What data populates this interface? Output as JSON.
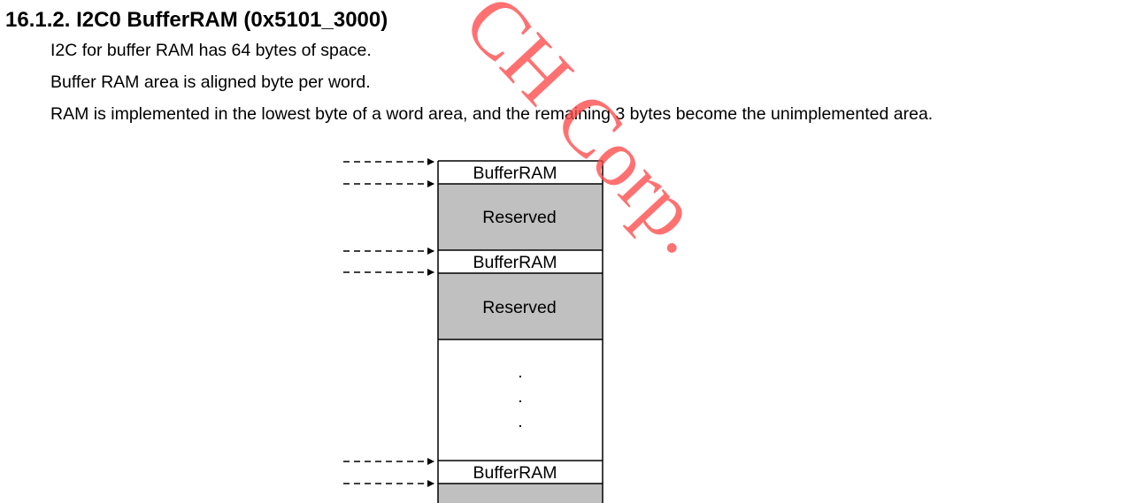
{
  "section": {
    "title": "16.1.2. I2C0 BufferRAM (0x5101_3000)"
  },
  "paragraphs": [
    "I2C for buffer RAM has 64 bytes of space.",
    "Buffer RAM area is aligned byte per word.",
    "RAM is implemented in the lowest byte of a word area, and the remaining 3 bytes become the unimplemented area."
  ],
  "memory_map": {
    "cells": [
      {
        "label": "BufferRAM",
        "kind": "buffer"
      },
      {
        "label": "Reserved",
        "kind": "reserved"
      },
      {
        "label": "BufferRAM",
        "kind": "buffer"
      },
      {
        "label": "Reserved",
        "kind": "reserved"
      },
      {
        "label": ".",
        "kind": "dot"
      },
      {
        "label": ".",
        "kind": "dot"
      },
      {
        "label": ".",
        "kind": "dot"
      },
      {
        "label": "BufferRAM",
        "kind": "buffer"
      }
    ],
    "colors": {
      "reserved_fill": "#c0c0c0",
      "border": "#000000"
    }
  },
  "watermark": {
    "text": "CH Corp.",
    "color": "#ff4a4a"
  }
}
